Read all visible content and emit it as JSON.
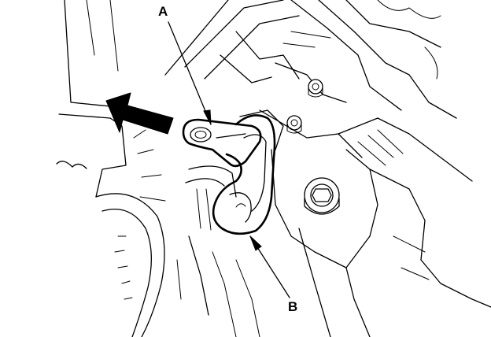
{
  "callouts": {
    "a": "A",
    "b": "B"
  },
  "colors": {
    "line": "#000000",
    "background": "#ffffff"
  },
  "direction_arrow_icon": "bold-arrow-left"
}
